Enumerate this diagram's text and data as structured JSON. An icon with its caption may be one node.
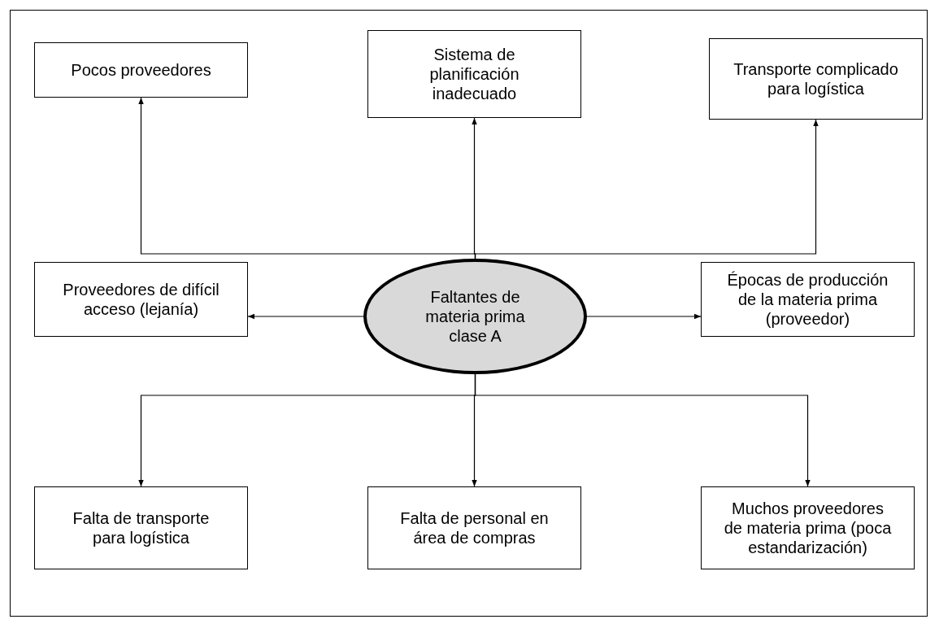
{
  "diagram": {
    "nodes": [
      {
        "text": [
          "Pocos proveedores"
        ]
      },
      {
        "text": [
          "Sistema de planificación inadecuado"
        ]
      },
      {
        "text": [
          "Transporte complicado para logística"
        ]
      },
      {
        "text": [
          "Proveedores de difícil acceso (lejanía)"
        ]
      },
      {
        "text": [
          "Faltantes de materia prima clase A"
        ]
      },
      {
        "text": [
          "Épocas de producción de la materia prima (proveedor)"
        ]
      },
      {
        "text": [
          "Falta de transporte para logística"
        ]
      },
      {
        "text": [
          "Falta de personal en área de compras"
        ]
      },
      {
        "text": [
          "Muchos proveedores de materia prima (poca estandarización)"
        ]
      }
    ],
    "edges": [
      {
        "from": 4,
        "to": 0,
        "arrow": "to"
      },
      {
        "from": 4,
        "to": 1,
        "arrow": "to"
      },
      {
        "from": 4,
        "to": 2,
        "arrow": "to"
      },
      {
        "from": 4,
        "to": 3,
        "arrow": "to"
      },
      {
        "from": 4,
        "to": 5,
        "arrow": "to"
      },
      {
        "from": 4,
        "to": 6,
        "arrow": "to"
      },
      {
        "from": 4,
        "to": 7,
        "arrow": "to"
      },
      {
        "from": 4,
        "to": 8,
        "arrow": "to"
      }
    ]
  }
}
